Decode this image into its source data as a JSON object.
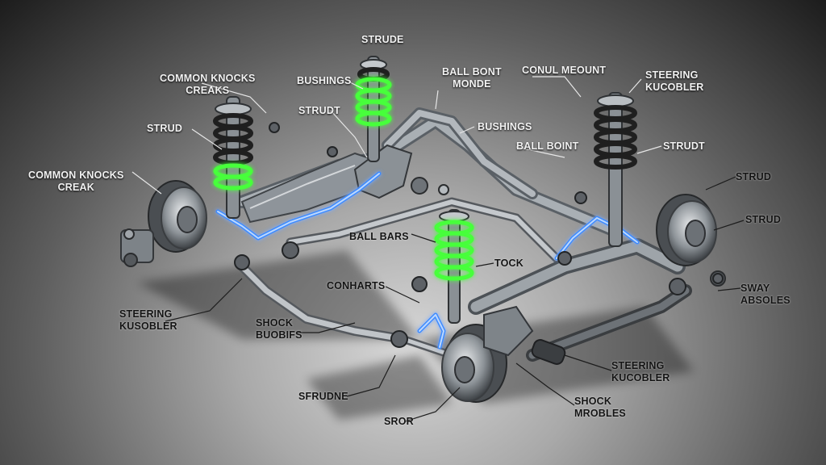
{
  "colors": {
    "background_edge": "#1c1c1c",
    "background_center": "#d8d8d8",
    "metal": "#9aa0a6",
    "spring_dark": "#2b2b2b",
    "spring_green_glow": "#46ff3a",
    "link_blue_glow": "#3d8bff"
  },
  "labels": {
    "strude_top": "STRUDE",
    "bushings_left": "BUSHINGS",
    "common_knocks_top": "COMMON KNOCKS\nCREAKS",
    "ball_bont": "BALL BONT\nMONDE",
    "conul_meount": "CONUL MEOUNT",
    "steering_kucobler_top": "STEERING\nKUCOBLER",
    "strud_left": "STRUD",
    "strudt_mid": "STRUDT",
    "bushings_right": "BUSHINGS",
    "ball_boint": "BALL BOINT",
    "strudt_right": "STRUDT",
    "common_knocks_left": "COMMON KNOCKS\nCREAK",
    "strud_right_top": "STRUD",
    "strud_right": "STRUD",
    "ball_bars": "BALL BARS",
    "tock": "TOCK",
    "conharts": "CONHARTS",
    "sway_absoles": "SWAY\nABSOLES",
    "steering_kusobler_left": "STEERING\nKUSOBLER",
    "shock_buobifs": "SHOCK\nBUOBIFS",
    "steering_kucobler_bottom": "STEERING\nKUCOBLER",
    "sfrudne": "SFRUDNE",
    "shock_mrobles": "SHOCK\nMROBLES",
    "sror": "SROR"
  }
}
